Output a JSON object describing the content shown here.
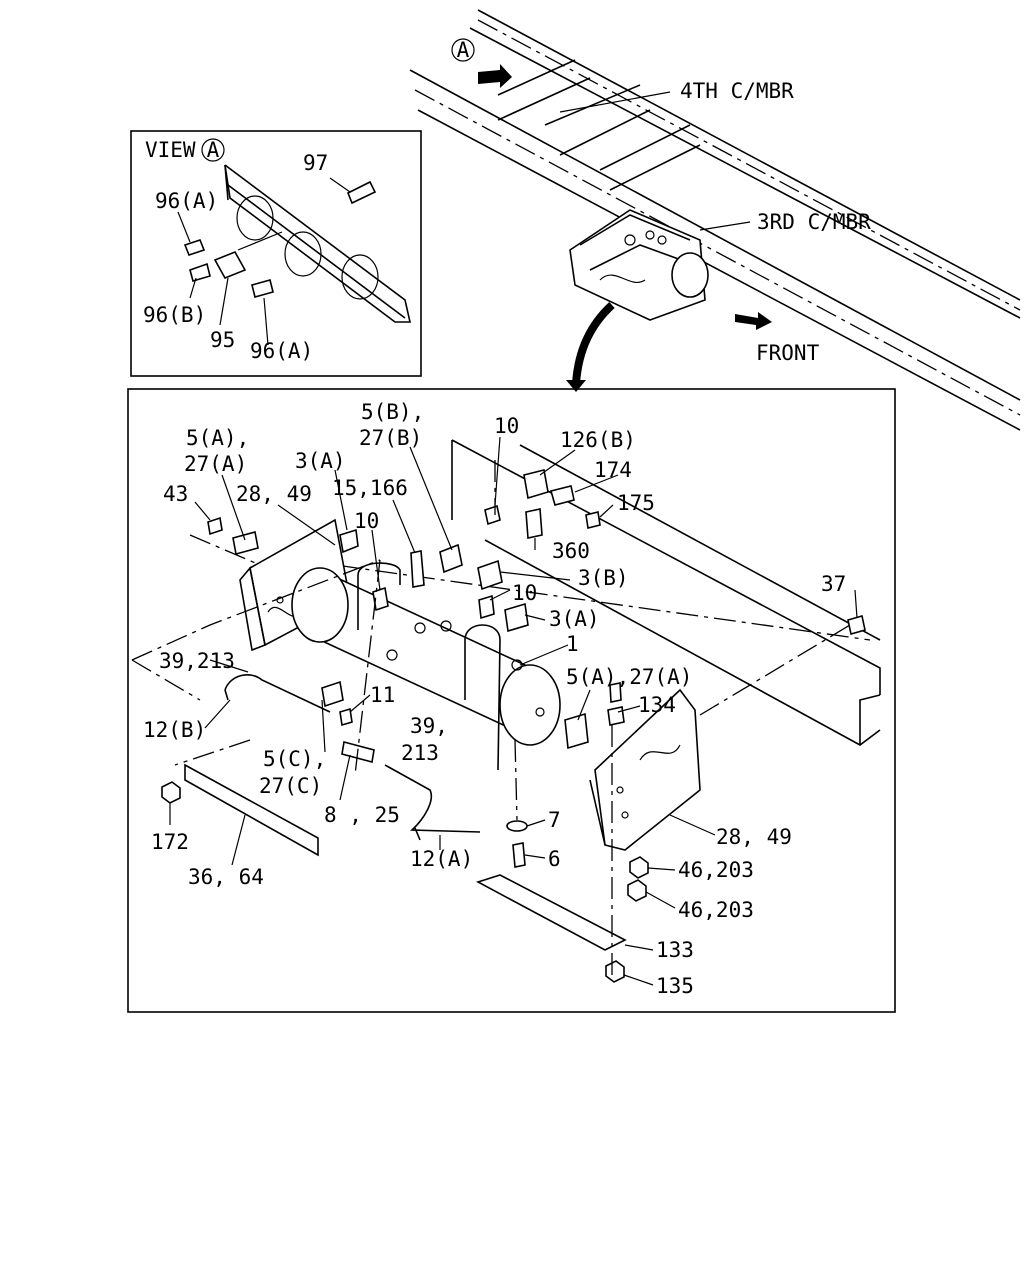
{
  "top_view": {
    "view_marker": "A",
    "labels": {
      "member4": "4TH C/MBR",
      "member3": "3RD C/MBR",
      "front": "FRONT"
    }
  },
  "inset": {
    "title": "VIEW",
    "marker": "A",
    "labels": [
      "97",
      "96(A)",
      "96(B)",
      "95",
      "96(A)"
    ]
  },
  "main": {
    "labels": [
      "5(B),",
      "27(B)",
      "10",
      "126(B)",
      "174",
      "175",
      "5(A),",
      "27(A)",
      "3(A)",
      "15,166",
      "28, 49",
      "43",
      "10",
      "360",
      "3(B)",
      "10",
      "3(A)",
      "37",
      "1",
      "39,213",
      "5(A),27(A)",
      "134",
      "12(B)",
      "11",
      "39,",
      "213",
      "5(C),",
      "27(C)",
      "8 , 25",
      "7",
      "28, 49",
      "172",
      "6",
      "46,203",
      "36, 64",
      "12(A)",
      "46,203",
      "133",
      "135"
    ]
  }
}
